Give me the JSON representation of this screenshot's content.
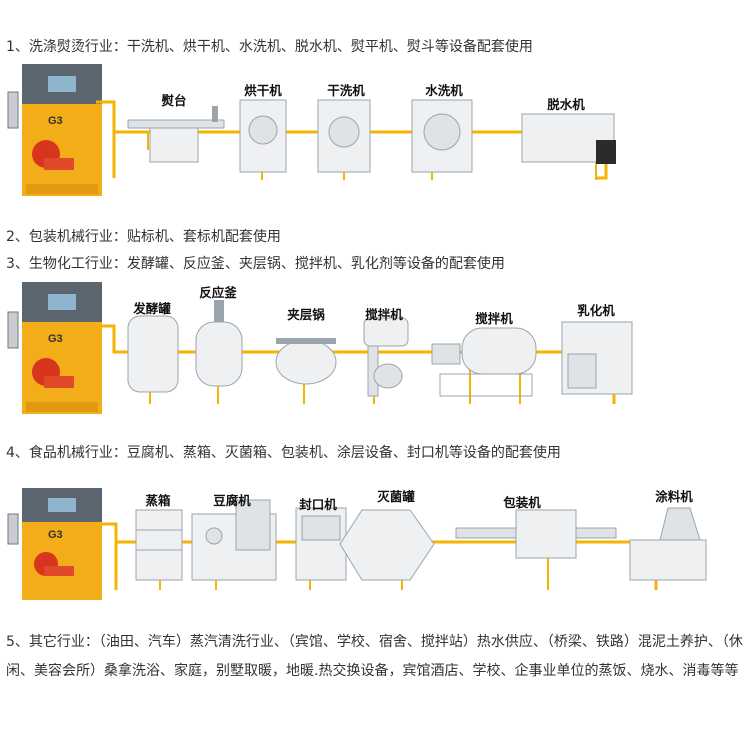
{
  "section1": {
    "caption": "1、洗涤熨烫行业：干洗机、烘干机、水洗机、脱水机、熨平机、熨斗等设备配套使用",
    "machines": [
      "熨台",
      "烘干机",
      "干洗机",
      "水洗机",
      "脱水机"
    ]
  },
  "section2": {
    "caption": "2、包装机械行业：贴标机、套标机配套使用"
  },
  "section3": {
    "caption": "3、生物化工行业：发酵罐、反应釜、夹层锅、搅拌机、乳化剂等设备的配套使用",
    "machines": [
      "发酵罐",
      "反应釜",
      "夹层锅",
      "搅拌机",
      "搅拌机",
      "乳化机"
    ]
  },
  "section4": {
    "caption": "4、食品机械行业：豆腐机、蒸箱、灭菌箱、包装机、涂层设备、封口机等设备的配套使用",
    "machines": [
      "蒸箱",
      "豆腐机",
      "封口机",
      "灭菌罐",
      "包装机",
      "涂料机"
    ]
  },
  "section5": {
    "text": "5、其它行业：（油田、汽车）蒸汽清洗行业、（宾馆、学校、宿舍、搅拌站）热水供应、（桥梁、铁路）混泥土养护、（休闲、美容会所）桑拿洗浴、家庭，别墅取暖，地暖.热交换设备，宾馆酒店、学校、企事业单位的蒸饭、烧水、消毒等等"
  },
  "boiler": {
    "badge": "G3"
  },
  "colors": {
    "pipe": "#f5b400",
    "boiler": "#f2ad18",
    "burner": "#d9341d",
    "outline": "#9aa4ae"
  }
}
